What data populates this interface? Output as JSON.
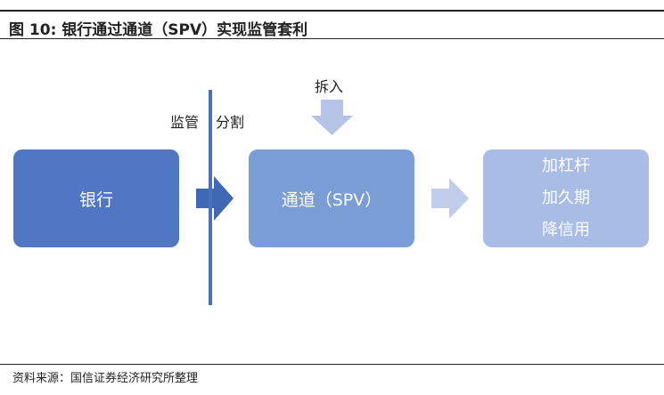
{
  "title": "图 10:  银行通过通道（SPV）实现监管套利",
  "boxes": {
    "bank": "银行",
    "spv": "通道（SPV）",
    "effects": [
      "加杠杆",
      "加久期",
      "降信用"
    ]
  },
  "labels": {
    "regulation": "监管",
    "split": "分割",
    "split_in": "拆入"
  },
  "source": "资料来源：国信证券经济研究所整理",
  "colors": {
    "bank": "#4f77c4",
    "spv": "#7b9dd6",
    "effects": "#a8bce6",
    "line": "#4a72b8"
  }
}
